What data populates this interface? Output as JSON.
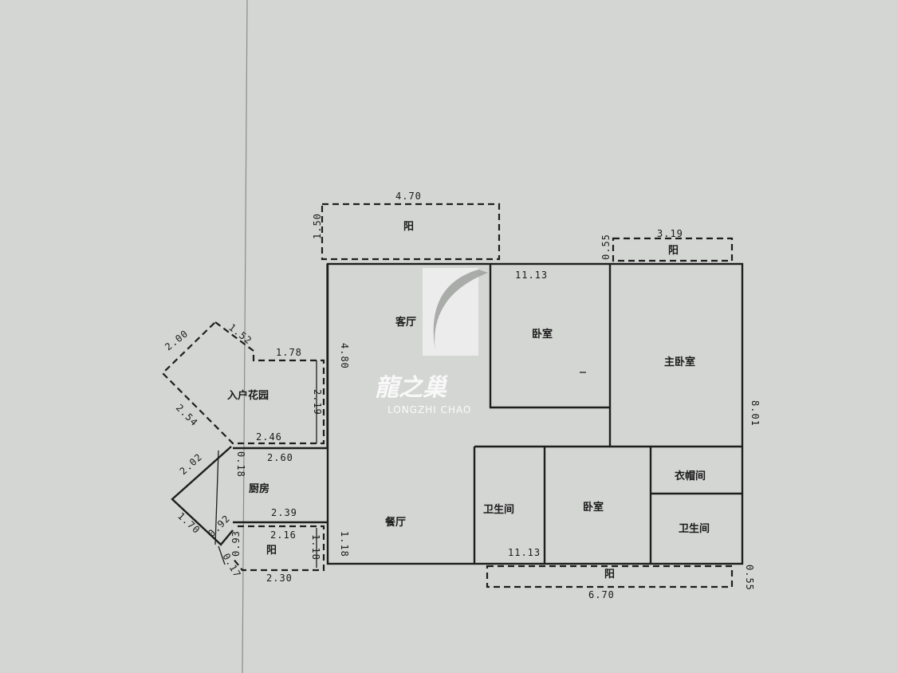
{
  "colors": {
    "paper": "#d4d6d4",
    "ink": "#1e1e1e",
    "watermark": "#ffffff"
  },
  "rooms": {
    "living": "客厅",
    "dining": "餐厅",
    "bedroom_top": "卧室",
    "bedroom_bottom": "卧室",
    "master_bedroom": "主卧室",
    "bath_left": "卫生间",
    "bath_right": "卫生间",
    "wardrobe": "衣帽间",
    "entry_garden": "入户花园",
    "kitchen": "厨房",
    "balcony_top": "阳",
    "balcony_right_top": "阳",
    "balcony_bottom": "阳",
    "balcony_kitchen": "阳"
  },
  "dimensions": {
    "top_balcony_width": "4.70",
    "top_balcony_depth": "1.50",
    "right_balcony_width": "3.19",
    "right_balcony_depth": "0.55",
    "main_width_top": "11.13",
    "main_width_bottom": "11.13",
    "main_depth_right": "8.01",
    "living_depth_left": "4.80",
    "bottom_balcony_width": "6.70",
    "bottom_balcony_depth": "0.55",
    "garden_a": "2.00",
    "garden_b": "1.52",
    "garden_c": "1.78",
    "garden_d": "2.54",
    "garden_e": "2.19",
    "garden_f": "2.46",
    "kitchen_a": "0.18",
    "kitchen_b": "2.60",
    "kitchen_c": "2.02",
    "kitchen_d": "1.70",
    "kitchen_e": "0.92",
    "kitchen_f": "2.39",
    "kitchen_bal_a": "0.93",
    "kitchen_bal_b": "2.16",
    "kitchen_bal_c": "1.18",
    "kitchen_bal_d": "1.18",
    "kitchen_bal_e": "0.17",
    "kitchen_bal_f": "2.30"
  },
  "watermark": {
    "text_cn": "龍之巢",
    "text_en": "LONGZHI CHAO"
  }
}
